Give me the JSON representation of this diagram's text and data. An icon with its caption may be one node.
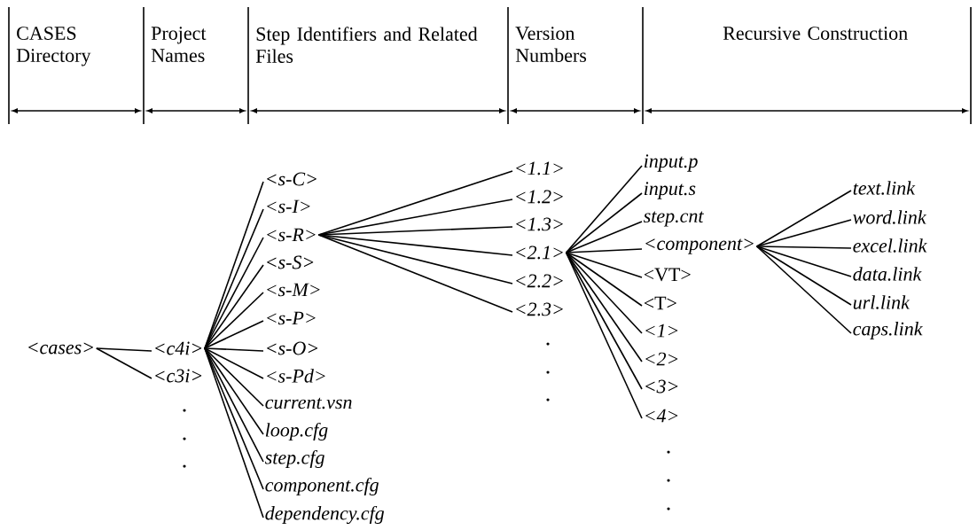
{
  "diagram": {
    "nodes": [
      {
        "text": [
          "<cases>"
        ]
      },
      {
        "text": [
          "<c4i>"
        ]
      },
      {
        "text": [
          "<c3i>"
        ]
      },
      {
        "text": [
          "<s-C>"
        ]
      },
      {
        "text": [
          "<s-I>"
        ]
      },
      {
        "text": [
          "<s-R>"
        ]
      },
      {
        "text": [
          "<s-S>"
        ]
      },
      {
        "text": [
          "<s-M>"
        ]
      },
      {
        "text": [
          "<s-P>"
        ]
      },
      {
        "text": [
          "<s-O>"
        ]
      },
      {
        "text": [
          "<s-Pd>"
        ]
      },
      {
        "text": [
          "current.vsn"
        ]
      },
      {
        "text": [
          "loop.cfg"
        ]
      },
      {
        "text": [
          "step.cfg"
        ]
      },
      {
        "text": [
          "component.cfg"
        ]
      },
      {
        "text": [
          "dependency.cfg"
        ]
      },
      {
        "text": [
          "<1.1>"
        ]
      },
      {
        "text": [
          "<1.2>"
        ]
      },
      {
        "text": [
          "<1.3>"
        ]
      },
      {
        "text": [
          "<2.1>"
        ]
      },
      {
        "text": [
          "<2.2>"
        ]
      },
      {
        "text": [
          "<2.3>"
        ]
      },
      {
        "text": [
          "input.p"
        ]
      },
      {
        "text": [
          "input.s"
        ]
      },
      {
        "text": [
          "step.cnt"
        ]
      },
      {
        "text": [
          "<component>"
        ]
      },
      {
        "text": [
          "<VT>"
        ]
      },
      {
        "text": [
          "<T>"
        ]
      },
      {
        "text": [
          "<1>"
        ]
      },
      {
        "text": [
          "<2>"
        ]
      },
      {
        "text": [
          "<3>"
        ]
      },
      {
        "text": [
          "<4>"
        ]
      },
      {
        "text": [
          "text.link"
        ]
      },
      {
        "text": [
          "word.link"
        ]
      },
      {
        "text": [
          "excel.link"
        ]
      },
      {
        "text": [
          "data.link"
        ]
      },
      {
        "text": [
          "url.link"
        ]
      },
      {
        "text": [
          "caps.link"
        ]
      }
    ],
    "edges": [
      {
        "from": 0,
        "to": 1,
        "arrow": "none"
      },
      {
        "from": 0,
        "to": 2,
        "arrow": "none"
      },
      {
        "from": 1,
        "to": 3,
        "arrow": "none"
      },
      {
        "from": 1,
        "to": 4,
        "arrow": "none"
      },
      {
        "from": 1,
        "to": 5,
        "arrow": "none"
      },
      {
        "from": 1,
        "to": 6,
        "arrow": "none"
      },
      {
        "from": 1,
        "to": 7,
        "arrow": "none"
      },
      {
        "from": 1,
        "to": 8,
        "arrow": "none"
      },
      {
        "from": 1,
        "to": 9,
        "arrow": "none"
      },
      {
        "from": 1,
        "to": 10,
        "arrow": "none"
      },
      {
        "from": 1,
        "to": 11,
        "arrow": "none"
      },
      {
        "from": 1,
        "to": 12,
        "arrow": "none"
      },
      {
        "from": 1,
        "to": 13,
        "arrow": "none"
      },
      {
        "from": 1,
        "to": 14,
        "arrow": "none"
      },
      {
        "from": 1,
        "to": 15,
        "arrow": "none"
      },
      {
        "from": 5,
        "to": 16,
        "arrow": "none"
      },
      {
        "from": 5,
        "to": 17,
        "arrow": "none"
      },
      {
        "from": 5,
        "to": 18,
        "arrow": "none"
      },
      {
        "from": 5,
        "to": 19,
        "arrow": "none"
      },
      {
        "from": 5,
        "to": 20,
        "arrow": "none"
      },
      {
        "from": 5,
        "to": 21,
        "arrow": "none"
      },
      {
        "from": 19,
        "to": 22,
        "arrow": "none"
      },
      {
        "from": 19,
        "to": 23,
        "arrow": "none"
      },
      {
        "from": 19,
        "to": 24,
        "arrow": "none"
      },
      {
        "from": 19,
        "to": 25,
        "arrow": "none"
      },
      {
        "from": 19,
        "to": 26,
        "arrow": "none"
      },
      {
        "from": 19,
        "to": 27,
        "arrow": "none"
      },
      {
        "from": 19,
        "to": 28,
        "arrow": "none"
      },
      {
        "from": 19,
        "to": 29,
        "arrow": "none"
      },
      {
        "from": 19,
        "to": 30,
        "arrow": "none"
      },
      {
        "from": 19,
        "to": 31,
        "arrow": "none"
      },
      {
        "from": 25,
        "to": 32,
        "arrow": "none"
      },
      {
        "from": 25,
        "to": 33,
        "arrow": "none"
      },
      {
        "from": 25,
        "to": 34,
        "arrow": "none"
      },
      {
        "from": 25,
        "to": 35,
        "arrow": "none"
      },
      {
        "from": 25,
        "to": 36,
        "arrow": "none"
      },
      {
        "from": 25,
        "to": 37,
        "arrow": "none"
      }
    ],
    "labels": [
      "CASES Directory",
      "Project Names",
      "Step Identifiers and Related Files",
      "Version Numbers",
      "Recursive Construction"
    ]
  }
}
